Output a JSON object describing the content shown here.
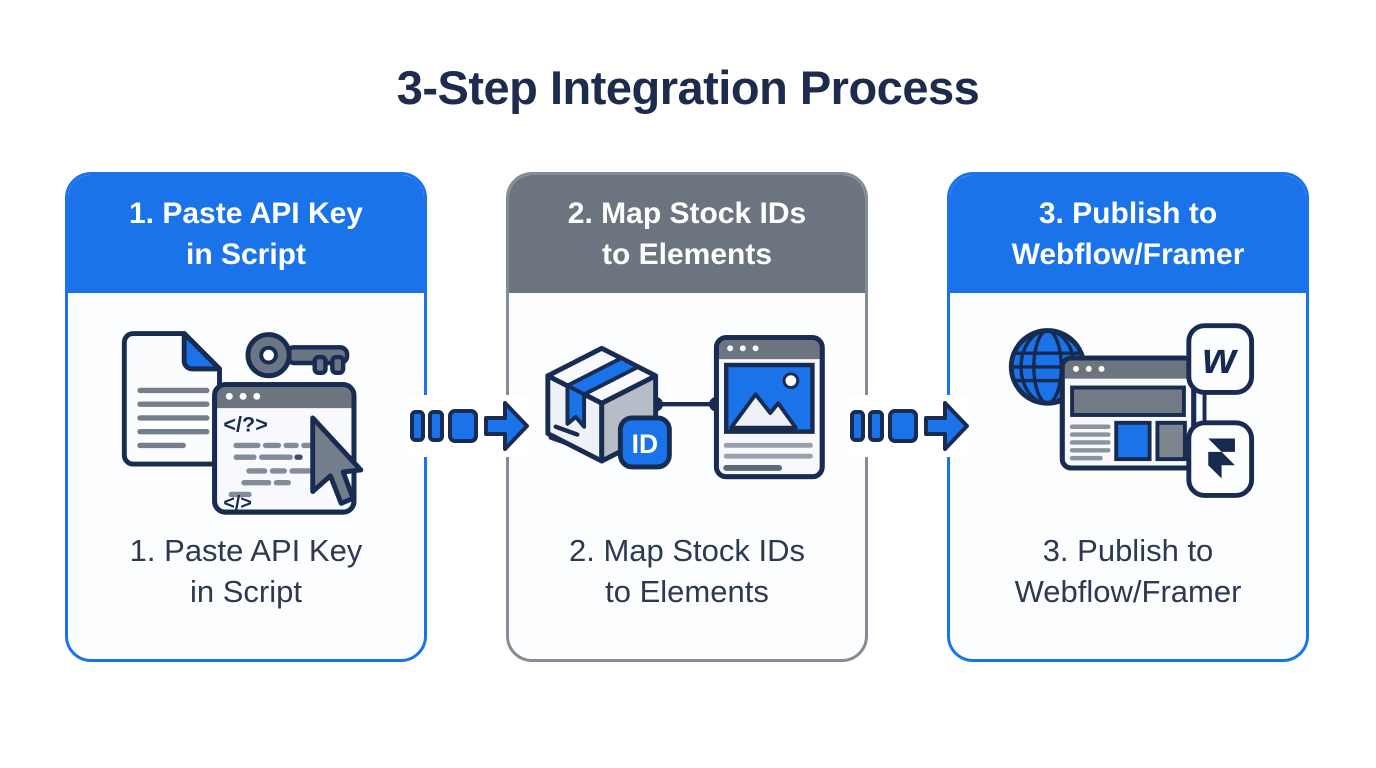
{
  "title": "3-Step Integration Process",
  "steps": [
    {
      "header": "1. Paste API Key\nin Script",
      "caption": "1. Paste API Key\nin Script",
      "accent": "#1a73e8",
      "icon": "script-api-key"
    },
    {
      "header": "2. Map Stock IDs\nto Elements",
      "caption": "2. Map Stock IDs\nto Elements",
      "accent": "#6c747f",
      "icon": "package-id-to-element"
    },
    {
      "header": "3. Publish to\nWebflow/Framer",
      "caption": "3. Publish to\nWebflow/Framer",
      "accent": "#1a73e8",
      "icon": "globe-webflow-framer"
    }
  ],
  "icon_text": {
    "code_open_tag": "</?>",
    "code_close_tag": "</>",
    "id_badge": "ID",
    "webflow_logo_letter": "w"
  },
  "colors": {
    "step_blue": "#1a73e8",
    "step_gray": "#6c747f",
    "outline_navy": "#182c52",
    "title_navy": "#1d2b4d",
    "caption_slate": "#2d3950",
    "background": "#ffffff"
  }
}
